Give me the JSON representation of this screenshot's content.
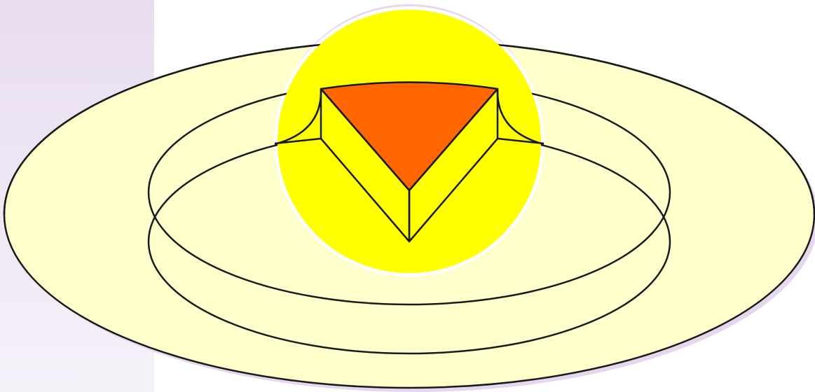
{
  "diagram": {
    "colors": {
      "outer_disk_fill": "#FFFFCC",
      "outer_disk_shadow": "#E6D6EE",
      "stroke": "#1A1A1A",
      "spotlight_fill": "#FFFF00",
      "spotlight_ring": "#FFFFFF",
      "spotlight_halo": "#E8D8EE",
      "cone_face_fill": "#FF6600",
      "side_panel_top": "#E8DDF0",
      "side_panel_bottom": "#F5F1F9"
    },
    "shapes": [
      "outer-disk",
      "inner-ring-upper",
      "inner-ring-lower",
      "spotlight-circle",
      "inverted-cone"
    ]
  }
}
